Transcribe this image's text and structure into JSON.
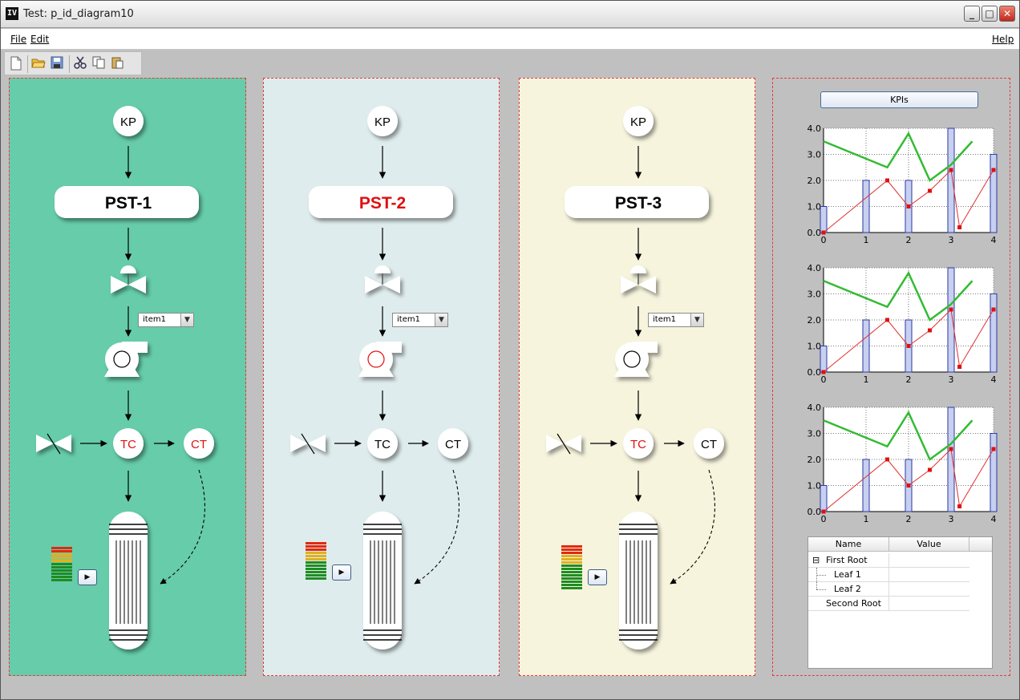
{
  "window": {
    "title": "Test: p_id_diagram10",
    "app_icon": "IV",
    "controls": {
      "minimize": "_",
      "maximize": "□",
      "close": "✕"
    }
  },
  "menu": {
    "file": "File",
    "edit": "Edit",
    "help": "Help"
  },
  "toolbar": {
    "icons": [
      "new-file-icon",
      "open-folder-icon",
      "save-icon",
      "cut-icon",
      "copy-icon",
      "paste-icon"
    ]
  },
  "colors": {
    "panel1": "#66ccaa",
    "panel2": "#dfeced",
    "panel3": "#f6f4dd",
    "alert": "#e01010",
    "dash": "#e53b3b",
    "kpi_line": "#33bb33",
    "kpi_bar": "#c8d0f0"
  },
  "panels": [
    {
      "kp": "KP",
      "pst": "PST-1",
      "pst_alert": false,
      "combo": "item1",
      "pump_alert": false,
      "tc": "TC",
      "tc_alert": true,
      "ct": "CT",
      "ct_alert": true,
      "play": "▶",
      "level_red": 2,
      "level_yellow": 3,
      "level_green": 6
    },
    {
      "kp": "KP",
      "pst": "PST-2",
      "pst_alert": true,
      "combo": "item1",
      "pump_alert": true,
      "tc": "TC",
      "tc_alert": false,
      "ct": "CT",
      "ct_alert": false,
      "play": "▶",
      "level_red": 3,
      "level_yellow": 3,
      "level_green": 6
    },
    {
      "kp": "KP",
      "pst": "PST-3",
      "pst_alert": false,
      "combo": "item1",
      "pump_alert": false,
      "tc": "TC",
      "tc_alert": true,
      "ct": "CT",
      "ct_alert": false,
      "play": "▶",
      "level_red": 3,
      "level_yellow": 3,
      "level_green": 8
    }
  ],
  "kpi": {
    "button": "KPIs",
    "chart_data": [
      {
        "type": "bar",
        "x_ticks": [
          "0",
          "1",
          "2",
          "3",
          "4"
        ],
        "y_ticks": [
          "0.0",
          "1.0",
          "2.0",
          "3.0",
          "4.0"
        ],
        "xlim": [
          0,
          4
        ],
        "ylim": [
          0,
          4
        ],
        "grid": true,
        "bars": [
          {
            "x": 0,
            "y": 1.0
          },
          {
            "x": 1,
            "y": 2.0
          },
          {
            "x": 2,
            "y": 2.0
          },
          {
            "x": 3,
            "y": 4.0
          },
          {
            "x": 4,
            "y": 3.0
          }
        ],
        "red_series": [
          {
            "x": 0,
            "y": 0
          },
          {
            "x": 1.5,
            "y": 2.0
          },
          {
            "x": 2,
            "y": 1.0
          },
          {
            "x": 2.5,
            "y": 1.6
          },
          {
            "x": 3,
            "y": 2.4
          },
          {
            "x": 3.2,
            "y": 0.2
          },
          {
            "x": 4,
            "y": 2.4
          }
        ],
        "green_series": [
          {
            "x": 0,
            "y": 3.5
          },
          {
            "x": 1.5,
            "y": 2.5
          },
          {
            "x": 2,
            "y": 3.8
          },
          {
            "x": 2.5,
            "y": 2.0
          },
          {
            "x": 3,
            "y": 2.6
          },
          {
            "x": 3.5,
            "y": 3.5
          }
        ]
      },
      {
        "type": "bar",
        "x_ticks": [
          "0",
          "1",
          "2",
          "3",
          "4"
        ],
        "y_ticks": [
          "0.0",
          "1.0",
          "2.0",
          "3.0",
          "4.0"
        ],
        "xlim": [
          0,
          4
        ],
        "ylim": [
          0,
          4
        ],
        "grid": true,
        "bars": [
          {
            "x": 0,
            "y": 1.0
          },
          {
            "x": 1,
            "y": 2.0
          },
          {
            "x": 2,
            "y": 2.0
          },
          {
            "x": 3,
            "y": 4.0
          },
          {
            "x": 4,
            "y": 3.0
          }
        ],
        "red_series": [
          {
            "x": 0,
            "y": 0
          },
          {
            "x": 1.5,
            "y": 2.0
          },
          {
            "x": 2,
            "y": 1.0
          },
          {
            "x": 2.5,
            "y": 1.6
          },
          {
            "x": 3,
            "y": 2.4
          },
          {
            "x": 3.2,
            "y": 0.2
          },
          {
            "x": 4,
            "y": 2.4
          }
        ],
        "green_series": [
          {
            "x": 0,
            "y": 3.5
          },
          {
            "x": 1.5,
            "y": 2.5
          },
          {
            "x": 2,
            "y": 3.8
          },
          {
            "x": 2.5,
            "y": 2.0
          },
          {
            "x": 3,
            "y": 2.6
          },
          {
            "x": 3.5,
            "y": 3.5
          }
        ]
      },
      {
        "type": "bar",
        "x_ticks": [
          "0",
          "1",
          "2",
          "3",
          "4"
        ],
        "y_ticks": [
          "0.0",
          "1.0",
          "2.0",
          "3.0",
          "4.0"
        ],
        "xlim": [
          0,
          4
        ],
        "ylim": [
          0,
          4
        ],
        "grid": true,
        "bars": [
          {
            "x": 0,
            "y": 1.0
          },
          {
            "x": 1,
            "y": 2.0
          },
          {
            "x": 2,
            "y": 2.0
          },
          {
            "x": 3,
            "y": 4.0
          },
          {
            "x": 4,
            "y": 3.0
          }
        ],
        "red_series": [
          {
            "x": 0,
            "y": 0
          },
          {
            "x": 1.5,
            "y": 2.0
          },
          {
            "x": 2,
            "y": 1.0
          },
          {
            "x": 2.5,
            "y": 1.6
          },
          {
            "x": 3,
            "y": 2.4
          },
          {
            "x": 3.2,
            "y": 0.2
          },
          {
            "x": 4,
            "y": 2.4
          }
        ],
        "green_series": [
          {
            "x": 0,
            "y": 3.5
          },
          {
            "x": 1.5,
            "y": 2.5
          },
          {
            "x": 2,
            "y": 3.8
          },
          {
            "x": 2.5,
            "y": 2.0
          },
          {
            "x": 3,
            "y": 2.6
          },
          {
            "x": 3.5,
            "y": 3.5
          }
        ]
      }
    ],
    "tree": {
      "columns": [
        "Name",
        "Value"
      ],
      "rows": [
        {
          "name": "First Root",
          "value": ""
        },
        {
          "name": "Leaf 1",
          "value": ""
        },
        {
          "name": "Leaf 2",
          "value": ""
        },
        {
          "name": "Second Root",
          "value": ""
        }
      ],
      "expander": "⊟"
    }
  }
}
